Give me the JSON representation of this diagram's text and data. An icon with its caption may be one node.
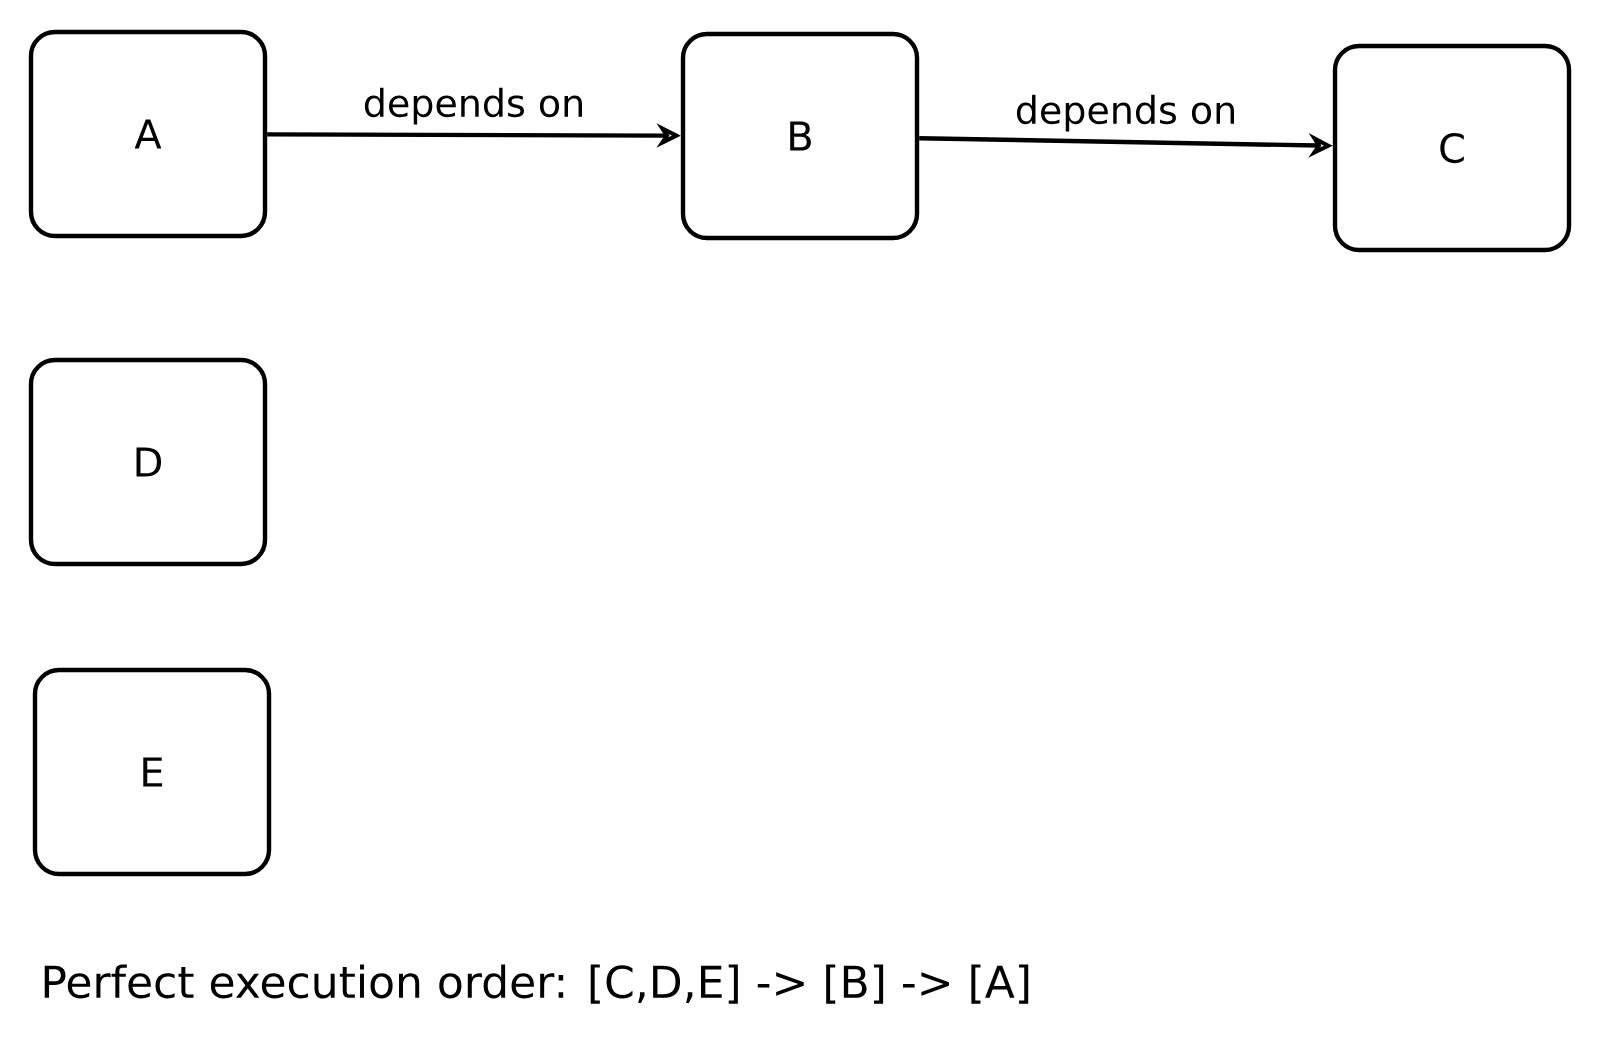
{
  "diagram": {
    "nodes": [
      {
        "text": [
          "A"
        ]
      },
      {
        "text": [
          "B"
        ]
      },
      {
        "text": [
          "C"
        ]
      },
      {
        "text": [
          "D"
        ]
      },
      {
        "text": [
          "E"
        ]
      }
    ],
    "edges": [
      {
        "from": 0,
        "to": 1,
        "arrow": "to",
        "label": "depends on"
      },
      {
        "from": 1,
        "to": 2,
        "arrow": "to",
        "label": "depends on"
      }
    ],
    "labels": [
      "Perfect execution order: [C,D,E] -> [B] -> [A]"
    ]
  }
}
